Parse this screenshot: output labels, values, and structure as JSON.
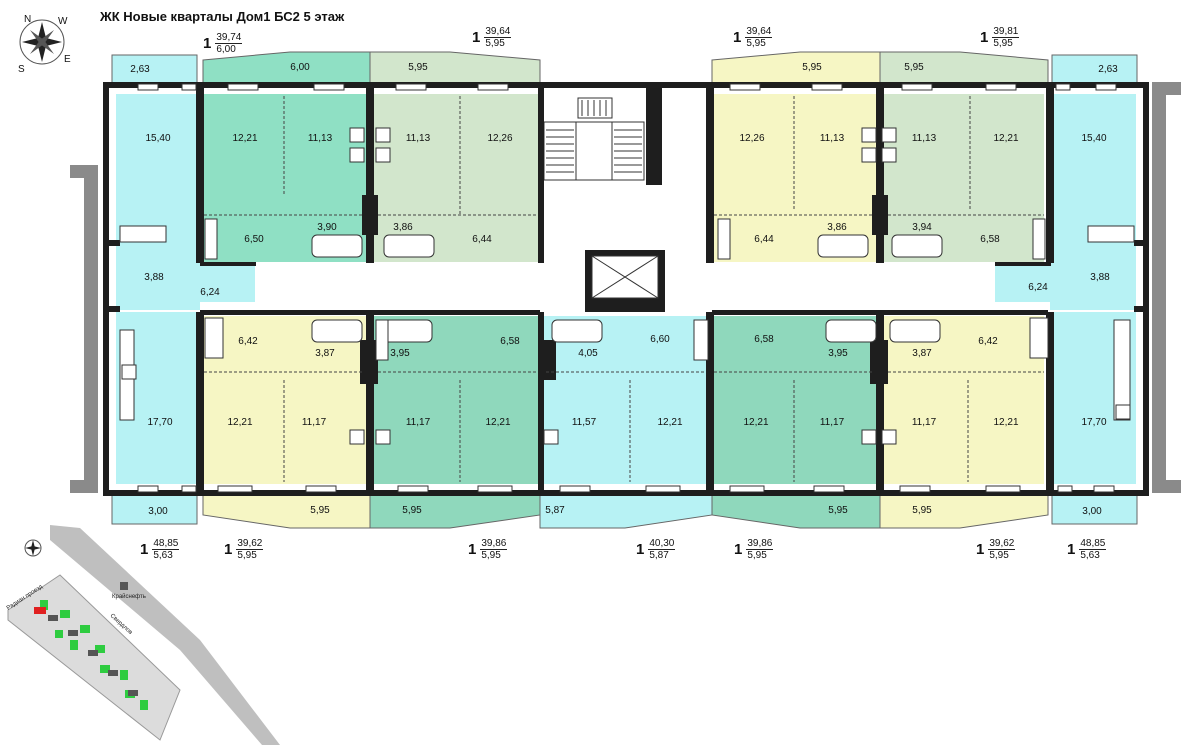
{
  "title": "ЖК Новые кварталы Дом1  БС2  5 этаж",
  "compass": {
    "north": "N",
    "east": "E",
    "south": "S",
    "west": "W"
  },
  "colors": {
    "wall": "#1e1e1e",
    "cyan": "#b7f2f4",
    "green": "#8fe0c4",
    "sage": "#d2e6cc",
    "yellow": "#f6f6c4",
    "teal": "#8fd8bc",
    "corridor": "#ffffff",
    "site_green": "#2ecc40",
    "site_road": "#bfbfbf",
    "site_highlight": "#e02020"
  },
  "top_apartments": [
    {
      "rooms": "1",
      "area": "39,74",
      "living": "6,00"
    },
    {
      "rooms": "1",
      "area": "39,64",
      "living": "5,95"
    },
    {
      "rooms": "1",
      "area": "39,64",
      "living": "5,95"
    },
    {
      "rooms": "1",
      "area": "39,81",
      "living": "5,95"
    }
  ],
  "bottom_apartments": [
    {
      "rooms": "1",
      "area": "48,85",
      "living": "5,63"
    },
    {
      "rooms": "1",
      "area": "39,62",
      "living": "5,95"
    },
    {
      "rooms": "1",
      "area": "39,86",
      "living": "5,95"
    },
    {
      "rooms": "1",
      "area": "40,30",
      "living": "5,87"
    },
    {
      "rooms": "1",
      "area": "39,86",
      "living": "5,95"
    },
    {
      "rooms": "1",
      "area": "39,62",
      "living": "5,95"
    },
    {
      "rooms": "1",
      "area": "48,85",
      "living": "5,63"
    }
  ],
  "room_areas": {
    "top_balconies": [
      "2,63",
      "6,00",
      "5,95",
      "5,95",
      "5,95",
      "2,63"
    ],
    "top_rooms": [
      "15,40",
      "12,21",
      "11,13",
      "11,13",
      "12,26",
      "12,26",
      "11,13",
      "11,13",
      "12,21",
      "15,40"
    ],
    "top_baths": [
      "3,90",
      "3,86",
      "3,86",
      "3,94"
    ],
    "top_halls": [
      "6,50",
      "6,44",
      "6,44",
      "6,58"
    ],
    "side_baths": [
      "3,88",
      "3,88"
    ],
    "side_halls": [
      "6,24",
      "6,24"
    ],
    "bottom_halls": [
      "6,42",
      "6,58",
      "6,60",
      "6,58",
      "6,42"
    ],
    "bottom_baths": [
      "3,87",
      "3,95",
      "4,05",
      "3,95",
      "3,87"
    ],
    "bottom_rooms": [
      "17,70",
      "12,21",
      "11,17",
      "11,17",
      "12,21",
      "11,57",
      "12,21",
      "12,21",
      "11,17",
      "11,17",
      "12,21",
      "17,70"
    ],
    "bottom_balconies": [
      "3,00",
      "5,95",
      "5,95",
      "5,87",
      "5,95",
      "5,95",
      "3,00"
    ]
  },
  "site_plan": {
    "labels": [
      "Радиан проезд",
      "Крайснефть",
      "Свердлов"
    ]
  }
}
